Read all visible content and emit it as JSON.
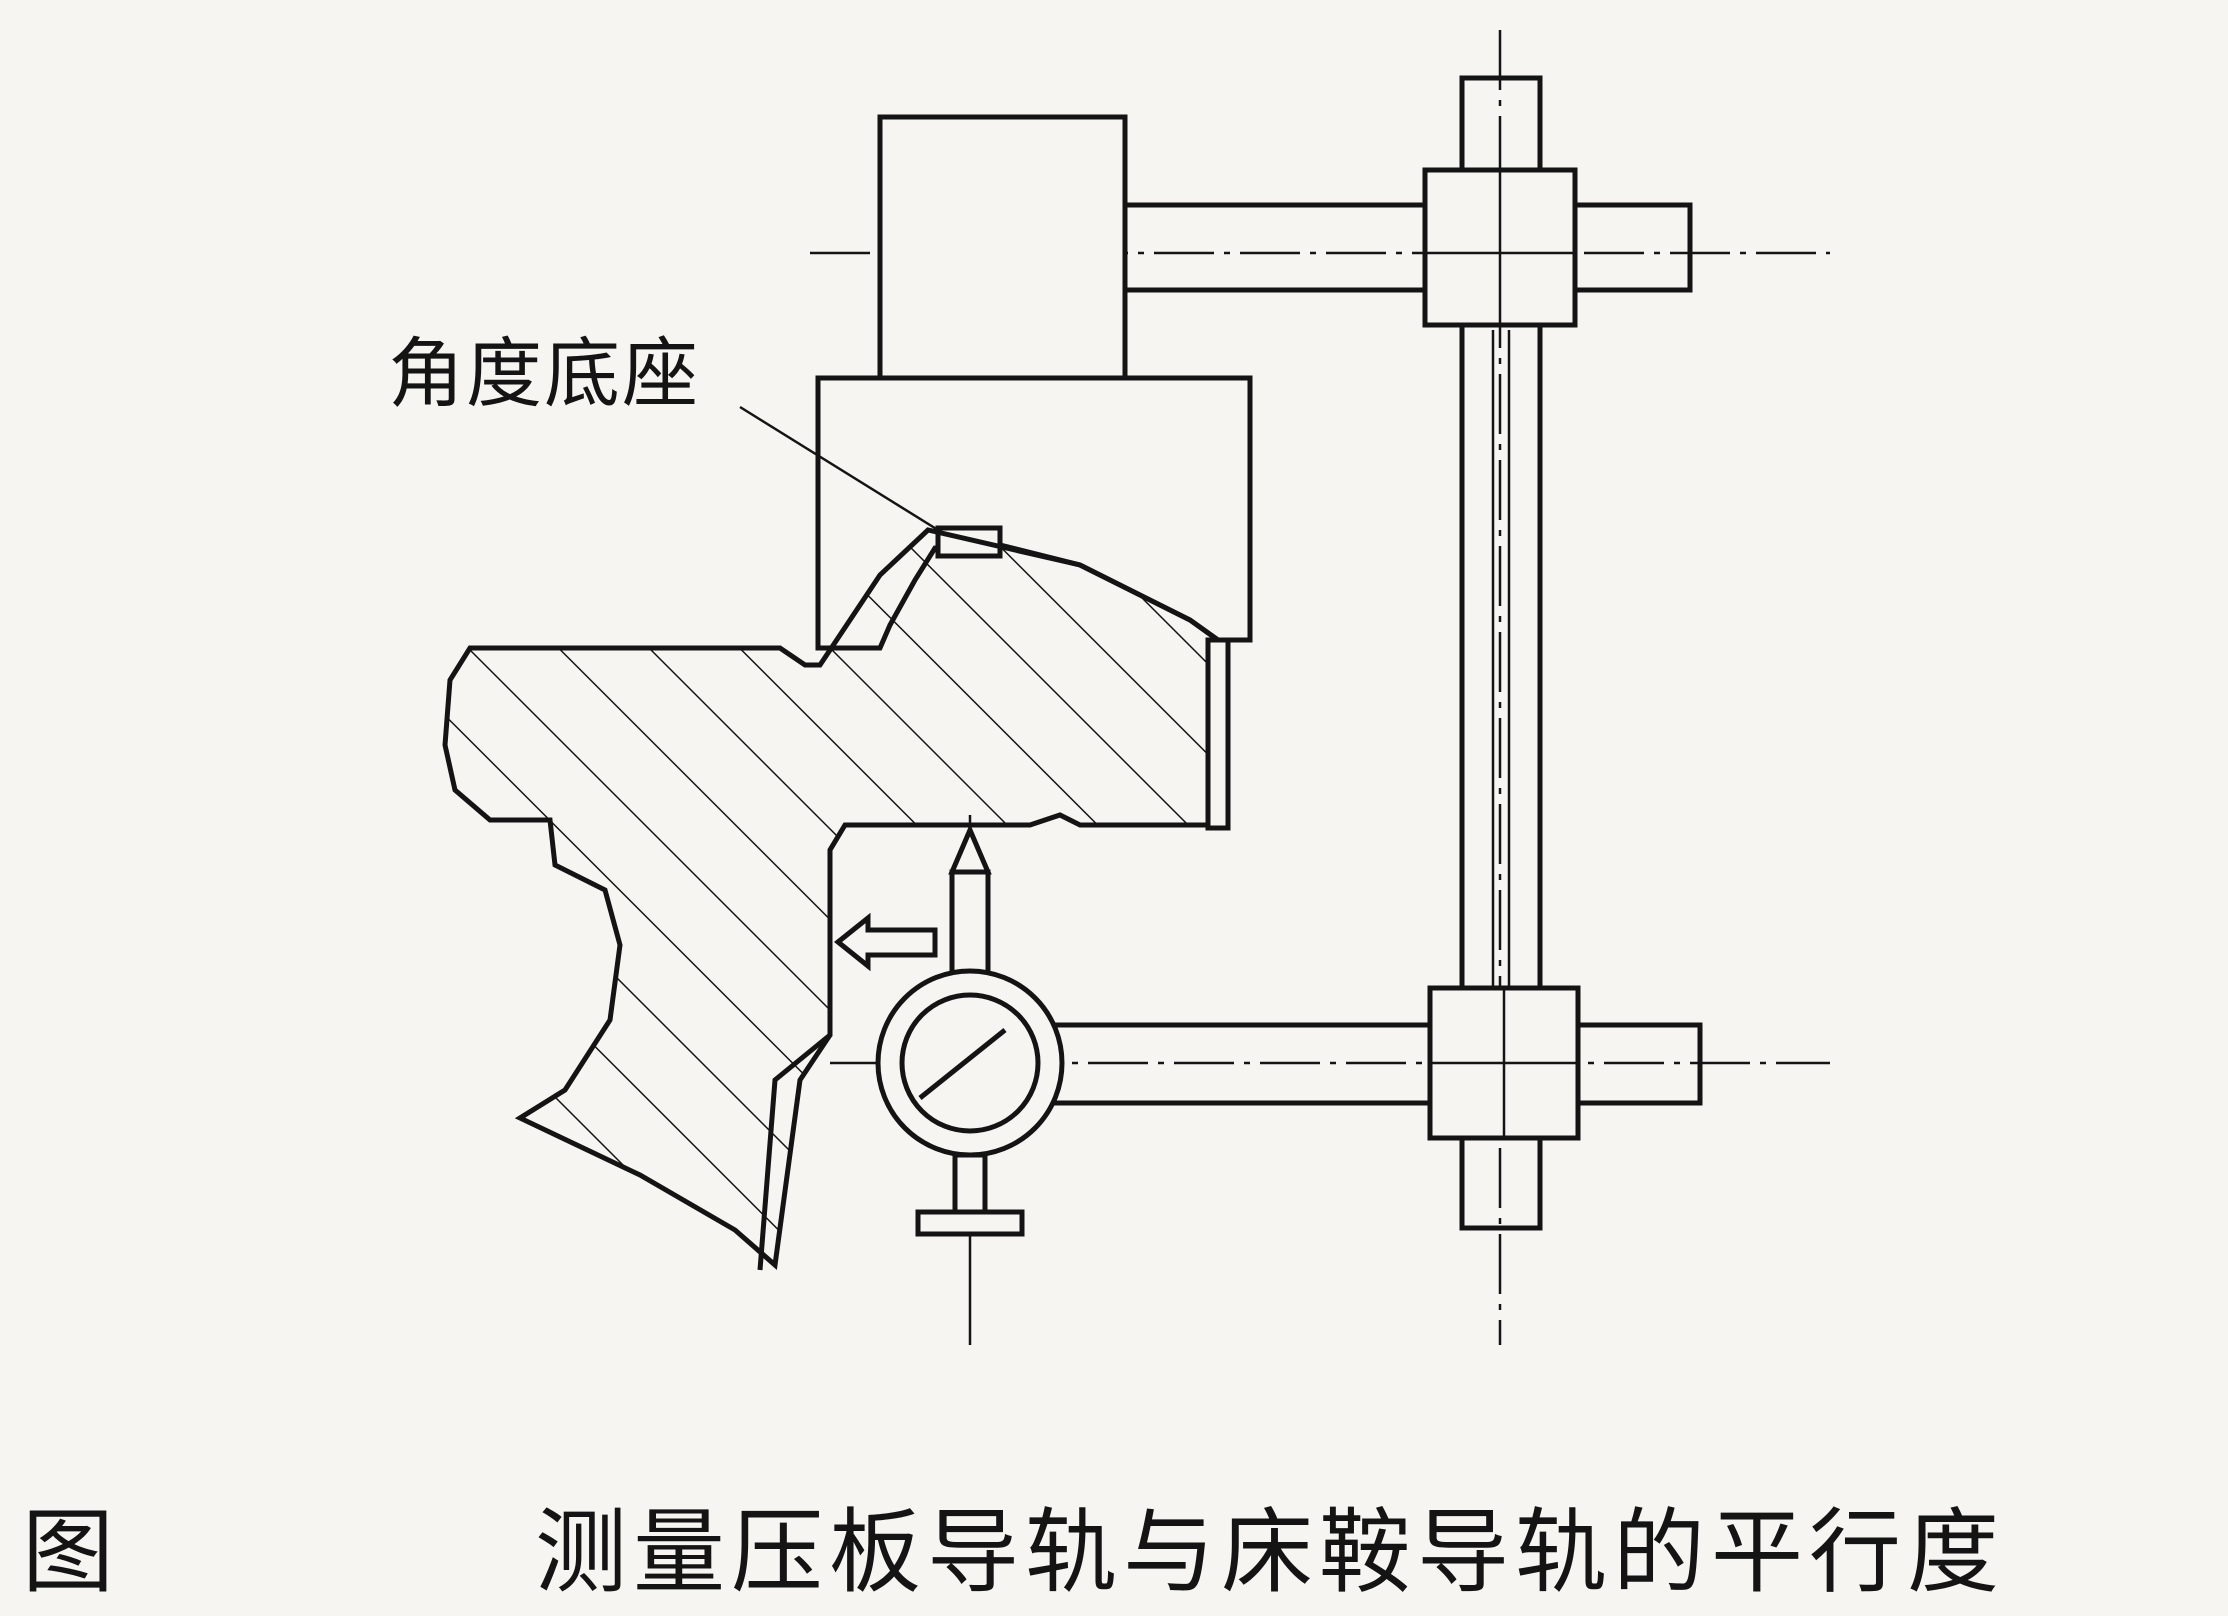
{
  "labels": {
    "angle_base": "角度底座"
  },
  "caption": {
    "prefix": "图",
    "title": "测量压板导轨与床鞍导轨的平行度"
  },
  "colors": {
    "ink": "#141414",
    "paper": "#f6f5f1"
  }
}
